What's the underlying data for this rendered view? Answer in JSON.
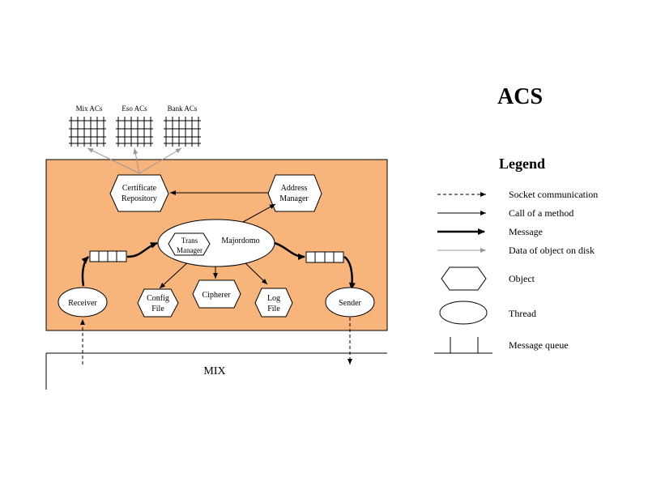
{
  "title": "ACS",
  "legend": {
    "heading": "Legend",
    "items": [
      {
        "key": "socket",
        "label": "Socket communication"
      },
      {
        "key": "call",
        "label": "Call of a method"
      },
      {
        "key": "message",
        "label": "Message"
      },
      {
        "key": "data",
        "label": "Data of object on disk"
      },
      {
        "key": "object",
        "label": "Object"
      },
      {
        "key": "thread",
        "label": "Thread"
      },
      {
        "key": "queue",
        "label": "Message queue"
      }
    ]
  },
  "databases": [
    {
      "label": "Mix ACs"
    },
    {
      "label": "Eso ACs"
    },
    {
      "label": "Bank ACs"
    }
  ],
  "nodes": {
    "certificate_repository": {
      "line1": "Certificate",
      "line2": "Repository"
    },
    "address_manager": {
      "line1": "Address",
      "line2": "Manager"
    },
    "majordomo": {
      "label": "Majordomo"
    },
    "trans_manager": {
      "line1": "Trans",
      "line2": "Manager"
    },
    "receiver": {
      "label": "Receiver"
    },
    "config_file": {
      "line1": "Config",
      "line2": "File"
    },
    "cipherer": {
      "label": "Cipherer"
    },
    "log_file": {
      "line1": "Log",
      "line2": "File"
    },
    "sender": {
      "label": "Sender"
    }
  },
  "mix": {
    "label": "MIX"
  },
  "colors": {
    "container_fill": "#f7b57b",
    "stroke": "#000000",
    "data_arrow": "#999999",
    "background": "#ffffff"
  }
}
